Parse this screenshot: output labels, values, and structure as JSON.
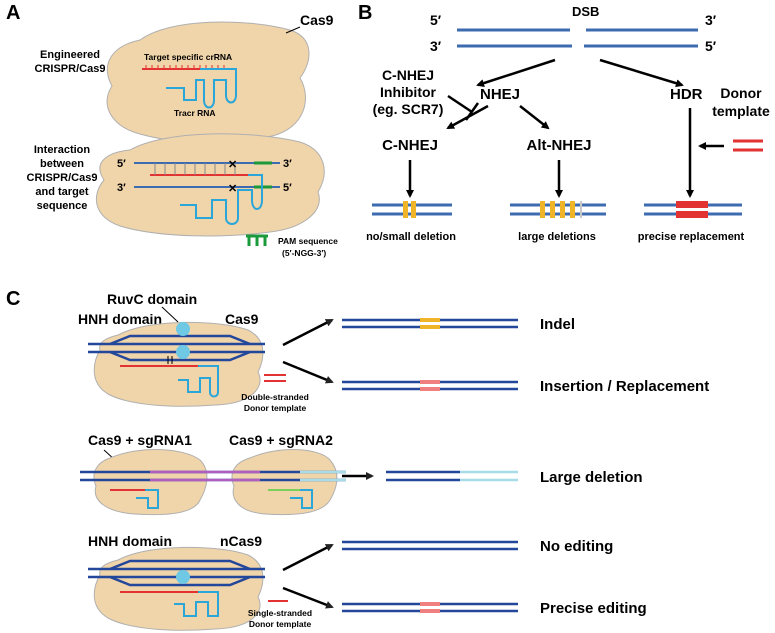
{
  "panels": {
    "a": "A",
    "b": "B",
    "c": "C"
  },
  "panel_a": {
    "cas9": "Cas9",
    "engineered": [
      "Engineered",
      "CRISPR/Cas9"
    ],
    "crRNA": "Target specific crRNA",
    "tracr": "Tracr RNA",
    "interaction": [
      "Interaction",
      "between",
      "CRISPR/Cas9",
      "and target",
      "sequence"
    ],
    "end5a": "5′",
    "end3a": "3′",
    "end3b": "3′",
    "end5b": "5′",
    "pam": [
      "PAM sequence",
      "(5′-NGG-3′)"
    ]
  },
  "panel_b": {
    "dsb": "DSB",
    "end5a": "5′",
    "end3a": "3′",
    "end3b": "3′",
    "end5b": "5′",
    "inhibitor": [
      "C-NHEJ",
      "Inhibitor",
      "(eg. SCR7)"
    ],
    "nhej": "NHEJ",
    "hdr": "HDR",
    "donor": [
      "Donor",
      "template"
    ],
    "cnhej": "C-NHEJ",
    "altnhej": "Alt-NHEJ",
    "outcomes": [
      "no/small deletion",
      "large deletions",
      "precise replacement"
    ]
  },
  "panel_c": {
    "ruvc": "RuvC domain",
    "hnh1": "HNH domain",
    "cas9": "Cas9",
    "ds_donor": [
      "Double-stranded",
      "Donor template"
    ],
    "sg1": "Cas9 + sgRNA1",
    "sg2": "Cas9 + sgRNA2",
    "hnh2": "HNH domain",
    "ncas9": "nCas9",
    "ss_donor": [
      "Single-stranded",
      "Donor template"
    ],
    "outcomes": [
      "Indel",
      "Insertion / Replacement",
      "Large deletion",
      "No editing",
      "Precise editing"
    ]
  },
  "colors": {
    "dna": "#3c6bb0",
    "rna": "#2aa6d8",
    "donor": "#e23232",
    "indel": "#f0b429",
    "pam": "#1a9a3a",
    "cell": "#f0d4aa"
  }
}
